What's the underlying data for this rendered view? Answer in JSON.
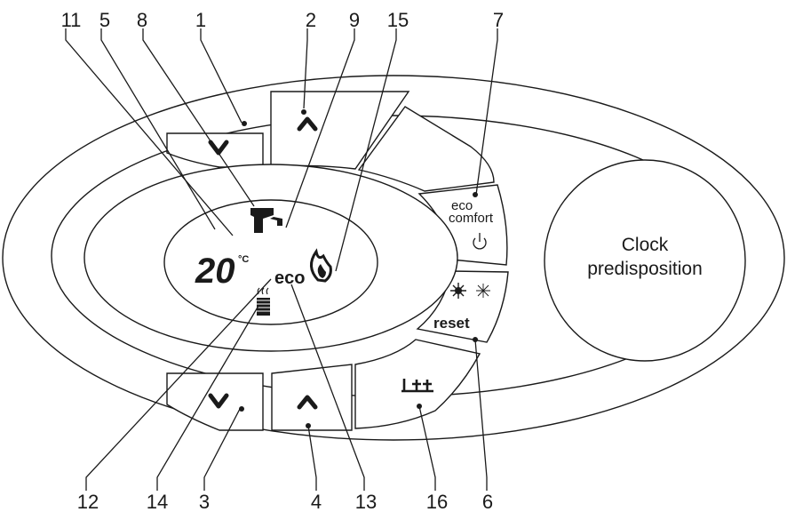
{
  "callouts": {
    "c11": "11",
    "c5": "5",
    "c8": "8",
    "c1": "1",
    "c2": "2",
    "c9": "9",
    "c15": "15",
    "c7": "7",
    "c12": "12",
    "c14": "14",
    "c3": "3",
    "c4": "4",
    "c13": "13",
    "c16": "16",
    "c6": "6"
  },
  "display": {
    "temperature": "20",
    "temp_unit": "°C",
    "eco_label": "eco"
  },
  "buttons": {
    "eco_line1": "eco",
    "eco_line2": "comfort",
    "reset": "reset"
  },
  "clock": {
    "line1": "Clock",
    "line2": "predisposition"
  }
}
